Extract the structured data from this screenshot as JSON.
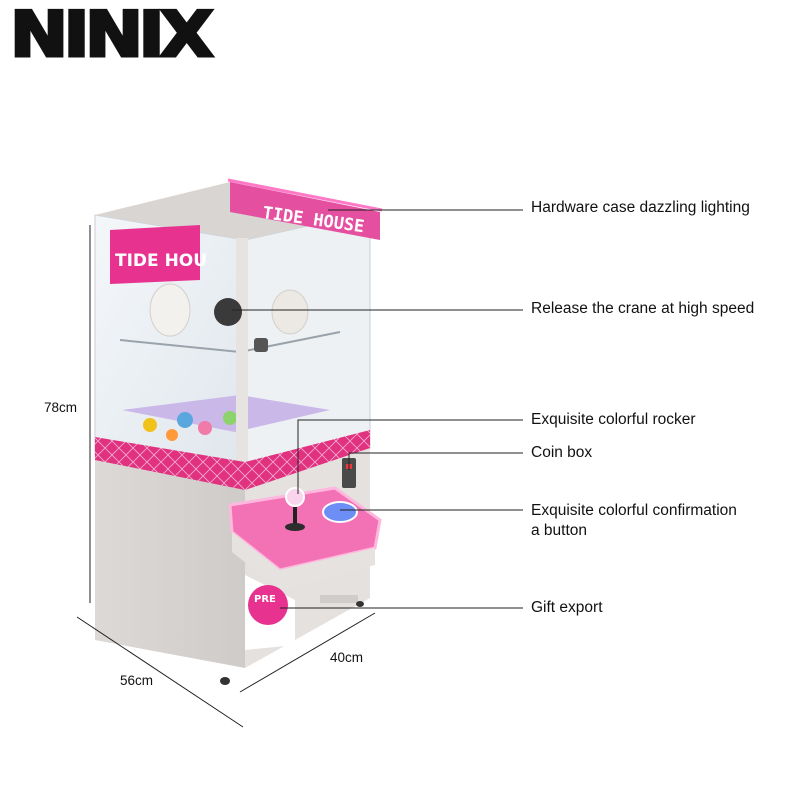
{
  "brand": {
    "logo_text": "NINIX"
  },
  "machine": {
    "sign_text": "TIDE HOUSE",
    "side_sign_text": "TIDE HOU",
    "door_text": "PRE"
  },
  "callouts": [
    {
      "text": "Hardware case dazzling lighting"
    },
    {
      "text": "Release the crane at high speed"
    },
    {
      "text": "Exquisite colorful rocker"
    },
    {
      "text": "Coin box"
    },
    {
      "text": "Exquisite colorful confirmation\na button"
    },
    {
      "text": "Gift export"
    }
  ],
  "dimensions": {
    "height": "78cm",
    "depth": "56cm",
    "width": "40cm"
  },
  "colors": {
    "accent_pink": "#e8328f",
    "light_pink": "#f58cc3",
    "cabinet_grey": "#d9d6d4",
    "glass": "#e8eef3"
  }
}
